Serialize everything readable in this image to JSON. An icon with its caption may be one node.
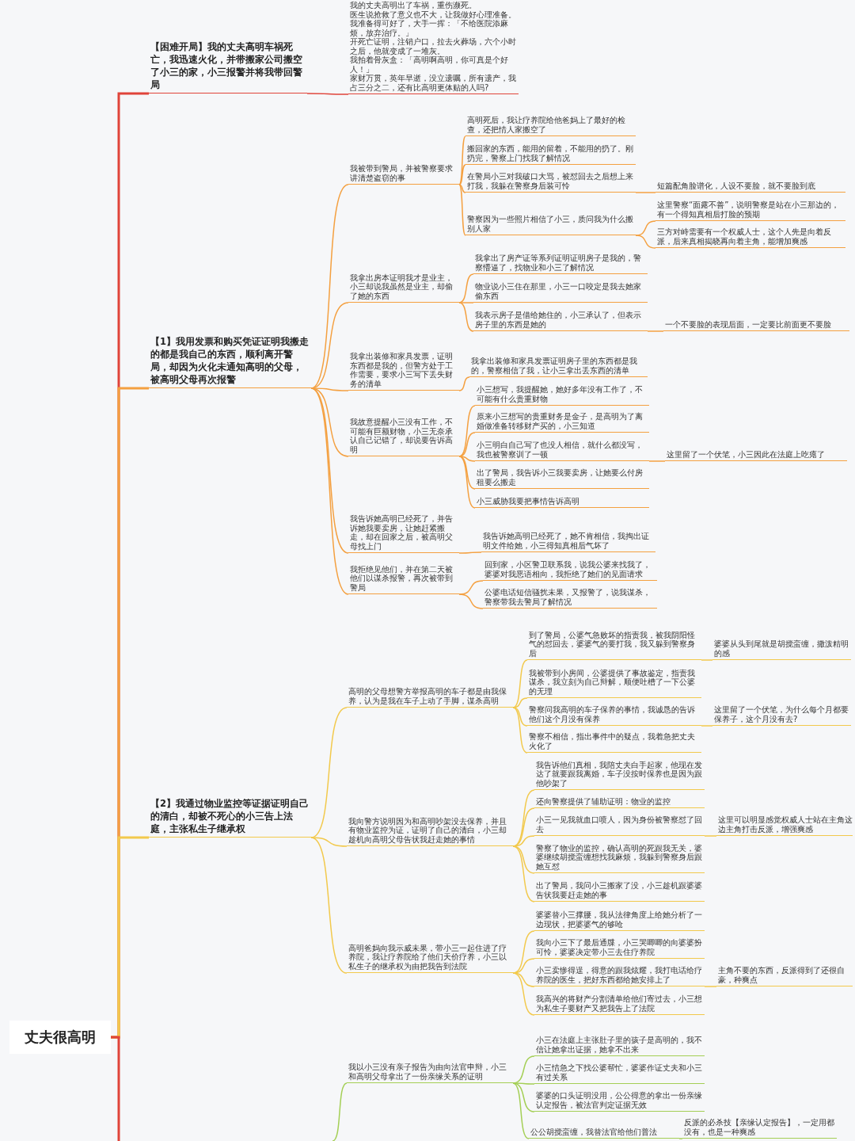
{
  "diagram": {
    "nodes": [
      {
        "text": [
          "丈夫很高明"
        ]
      },
      {
        "text": [
          "【困难开局】我的丈夫高明车祸死亡，我迅速火化，并带搬家公司搬空了小三的家，小三报警并将我带回警局"
        ]
      },
      {
        "text": [
          "我的丈夫高明出了车祸，重伤濒死。",
          "医生说抢救了意义也不大，让我做好心理准备。",
          "我准备得可好了，大手一挥：「不给医院添麻烦，放弃治疗。」",
          "开死亡证明，注销户口，拉去火葬场，六个小时之后，他就变成了一堆灰。",
          "我拍着骨灰盒：「高明啊高明，你可真是个好人！」",
          "家财万贯，英年早逝，没立遗嘱，所有遗产，我占三分之二，还有比高明更体贴的人吗?"
        ]
      },
      {
        "text": [
          "【1】我用发票和购买凭证证明我搬走的都是我自己的东西，顺利离开警局，却因为火化未通知高明的父母，被高明父母再次报警"
        ]
      },
      {
        "text": [
          "我被带到警局，并被警察要求讲清楚盗窃的事"
        ]
      },
      {
        "text": [
          "高明死后，我让疗养院给他爸妈上了最好的检查，还把情人家搬空了"
        ]
      },
      {
        "text": [
          "搬回家的东西，能用的留着，不能用的扔了。刚扔完，警察上门找我了解情况"
        ]
      },
      {
        "text": [
          "在警局小三对我破口大骂，被怼回去之后想上来打我，我躲在警察身后装可怜"
        ]
      },
      {
        "text": [
          "短篇配角脸谱化，人设不要脸，就不要脸到底"
        ]
      },
      {
        "text": [
          "警察因为一些照片相信了小三，质问我为什么搬别人家"
        ]
      },
      {
        "text": [
          "这里警察“面露不善”，说明警察是站在小三那边的，有一个得知真相后打脸的预期"
        ]
      },
      {
        "text": [
          "三方对峙需要有一个权威人士，这个人先是向着反派，后来真相揭晓再向着主角，能增加爽感"
        ]
      },
      {
        "text": [
          "我拿出房本证明我才是业主，小三却说我虽然是业主，却偷了她的东西"
        ]
      },
      {
        "text": [
          "我拿出了房产证等系列证明证明房子是我的，警察懵逼了，找物业和小三了解情况"
        ]
      },
      {
        "text": [
          "物业说小三住在那里，小三一口咬定是我去她家偷东西"
        ]
      },
      {
        "text": [
          "我表示房子是借给她住的，小三承认了，但表示房子里的东西是她的"
        ]
      },
      {
        "text": [
          "一个不要脸的表现后面，一定要比前面更不要脸"
        ]
      },
      {
        "text": [
          "我拿出装修和家具发票，证明东西都是我的，但警方处于工作需要，要求小三写下丢失财务的清单"
        ]
      },
      {
        "text": [
          "我拿出装修和家具发票证明房子里的东西都是我的，警察相信了我，让小三拿出丢东西的清单"
        ]
      },
      {
        "text": [
          "我故意提醒小三没有工作，不可能有巨额财物，小三无奈承认自己记错了，却说要告诉高明"
        ]
      },
      {
        "text": [
          "小三想写，我提醒她，她好多年没有工作了，不可能有什么贵重财物"
        ]
      },
      {
        "text": [
          "原来小三想写的贵重财务是金子，是高明为了离婚做准备转移财产买的，小三知道"
        ]
      },
      {
        "text": [
          "小三明白自己写了也没人相信，就什么都没写，我也被警察训了一顿"
        ]
      },
      {
        "text": [
          "这里留了一个伏笔，小三因此在法庭上吃瘪了"
        ]
      },
      {
        "text": [
          "出了警局，我告诉小三我要卖房，让她要么付房租要么搬走"
        ]
      },
      {
        "text": [
          "小三威胁我要把事情告诉高明"
        ]
      },
      {
        "text": [
          "我告诉她高明已经死了，并告诉她我要卖房，让她赶紧搬走，却在回家之后，被高明父母找上门"
        ]
      },
      {
        "text": [
          "我告诉她高明已经死了，她不肯相信，我掏出证明文件给她，小三得知真相后气坏了"
        ]
      },
      {
        "text": [
          "我拒绝见他们，并在第二天被他们以谋杀报警，再次被带到警局"
        ]
      },
      {
        "text": [
          "回到家，小区警卫联系我，说我公婆来找我了，婆婆对我恶语相向，我拒绝了她们的见面请求"
        ]
      },
      {
        "text": [
          "公婆电话短信骚扰未果，又报警了，说我谋杀，警察带我去警局了解情况"
        ]
      },
      {
        "text": [
          "【2】我通过物业监控等证据证明自己的清白，却被不死心的小三告上法庭，主张私生子继承权"
        ]
      },
      {
        "text": [
          "高明的父母想警方举报高明的车子都是由我保养，认为是我在车子上动了手脚，谋杀高明"
        ]
      },
      {
        "text": [
          "到了警局，公婆气急败坏的指责我，被我阴阳怪气的怼回去，婆婆气的要打我，我又躲到警察身后"
        ]
      },
      {
        "text": [
          "婆婆从头到尾就是胡搅蛮缠，撒泼精明的感"
        ]
      },
      {
        "text": [
          "我被带到小房间，公婆提供了事故鉴定，指责我谋杀，我立刻为自己辩解，顺便吐槽了一下公婆的无理"
        ]
      },
      {
        "text": [
          "警察问我高明的车子保养的事情，我诚恳的告诉他们这个月没有保养"
        ]
      },
      {
        "text": [
          "这里留了一个伏笔，为什么每个月都要保养子，这个月没有去?"
        ]
      },
      {
        "text": [
          "警察不相信，指出事件中的疑点，我着急把丈夫火化了"
        ]
      },
      {
        "text": [
          "我向警方说明因为和高明吵架没去保养，并且有物业监控为证，证明了自己的清白，小三却趁机向高明父母告状我赶走她的事情"
        ]
      },
      {
        "text": [
          "我告诉他们真相，我陪丈夫白手起家，他现在发达了就要跟我离婚，车子没按时保养也是因为跟他吵架了"
        ]
      },
      {
        "text": [
          "还向警察提供了辅助证明：物业的监控"
        ]
      },
      {
        "text": [
          "小三一见我就血口喷人，因为身份被警察怼了回去"
        ]
      },
      {
        "text": [
          "这里可以明显感觉权威人士站在主角这边主角打击反派，增强爽感"
        ]
      },
      {
        "text": [
          "警察了物业的监控，确认高明的死跟我无关，婆婆继续胡搅蛮缠想找我麻烦，我躲到警察身后跟她互怼"
        ]
      },
      {
        "text": [
          "出了警局，我问小三搬家了没，小三趁机跟婆婆告状我要赶走她的事"
        ]
      },
      {
        "text": [
          "高明爸妈向我示威未果，带小三一起住进了疗养院，我让疗养院给了他们天价疗养，小三以私生子的继承权为由把我告到法院"
        ]
      },
      {
        "text": [
          "婆婆替小三撑腰，我从法律角度上给她分析了一边现状，把婆婆气的够呛"
        ]
      },
      {
        "text": [
          "我向小三下了最后通牒，小三哭唧唧的向婆婆扮可怜，婆婆决定带小三去住疗养院"
        ]
      },
      {
        "text": [
          "小三卖惨得逞，得意的跟我炫耀，我打电话给疗养院的医生，把好东西都给她安排上了"
        ]
      },
      {
        "text": [
          "主角不要的东西，反派得到了还很自豪，种爽点"
        ]
      },
      {
        "text": [
          "我高兴的将财产分割清单给他们寄过去，小三想为私生子要财产又把我告上了法院"
        ]
      },
      {
        "text": [
          "我以小三没有亲子报告为由向法官申辩，小三和高明父母拿出了一份亲缘关系的证明"
        ]
      },
      {
        "text": [
          "小三在法庭上主张肚子里的孩子是高明的，我不信让她拿出证据，她拿不出来"
        ]
      },
      {
        "text": [
          "小三情急之下找公婆帮忙，婆婆作证丈夫和小三有过关系"
        ]
      },
      {
        "text": [
          "婆婆的口头证明没用，公公得意的拿出一份亲缘认定报告，被法官判定证据无效"
        ]
      },
      {
        "text": [
          "公公胡搅蛮缠，我替法官给他们普法"
        ]
      },
      {
        "text": [
          "反派的必杀技【亲缘认定报告】，一定用都没有，也是一种爽感"
        ]
      }
    ],
    "edges": [
      {
        "from": 0,
        "to": 1,
        "arrow": "none",
        "color": "#e0443a"
      },
      {
        "from": 1,
        "to": 2,
        "arrow": "none",
        "color": "#e0443a"
      },
      {
        "from": 0,
        "to": 3,
        "arrow": "none"
      },
      {
        "from": 3,
        "to": 4,
        "arrow": "none"
      },
      {
        "from": 4,
        "to": 5,
        "arrow": "none"
      },
      {
        "from": 4,
        "to": 6,
        "arrow": "none"
      },
      {
        "from": 4,
        "to": 7,
        "arrow": "none"
      },
      {
        "from": 7,
        "to": 8,
        "arrow": "none"
      },
      {
        "from": 4,
        "to": 9,
        "arrow": "none"
      },
      {
        "from": 9,
        "to": 10,
        "arrow": "none"
      },
      {
        "from": 9,
        "to": 11,
        "arrow": "none"
      },
      {
        "from": 3,
        "to": 12,
        "arrow": "none"
      },
      {
        "from": 12,
        "to": 13,
        "arrow": "none"
      },
      {
        "from": 12,
        "to": 14,
        "arrow": "none"
      },
      {
        "from": 12,
        "to": 15,
        "arrow": "none"
      },
      {
        "from": 15,
        "to": 16,
        "arrow": "none"
      },
      {
        "from": 3,
        "to": 17,
        "arrow": "none"
      },
      {
        "from": 17,
        "to": 18,
        "arrow": "none"
      },
      {
        "from": 3,
        "to": 19,
        "arrow": "none"
      },
      {
        "from": 19,
        "to": 20,
        "arrow": "none"
      },
      {
        "from": 19,
        "to": 21,
        "arrow": "none"
      },
      {
        "from": 19,
        "to": 22,
        "arrow": "none"
      },
      {
        "from": 22,
        "to": 23,
        "arrow": "none"
      },
      {
        "from": 19,
        "to": 24,
        "arrow": "none"
      },
      {
        "from": 19,
        "to": 25,
        "arrow": "none"
      },
      {
        "from": 3,
        "to": 26,
        "arrow": "none"
      },
      {
        "from": 26,
        "to": 27,
        "arrow": "none"
      },
      {
        "from": 3,
        "to": 28,
        "arrow": "none"
      },
      {
        "from": 28,
        "to": 29,
        "arrow": "none"
      },
      {
        "from": 28,
        "to": 30,
        "arrow": "none"
      },
      {
        "from": 0,
        "to": 31,
        "arrow": "none",
        "color": "#f2c94c"
      },
      {
        "from": 31,
        "to": 32,
        "arrow": "none",
        "color": "#f2c94c"
      },
      {
        "from": 32,
        "to": 33,
        "arrow": "none",
        "color": "#f2c94c"
      },
      {
        "from": 33,
        "to": 34,
        "arrow": "none",
        "color": "#f2c94c"
      },
      {
        "from": 32,
        "to": 35,
        "arrow": "none",
        "color": "#f2c94c"
      },
      {
        "from": 32,
        "to": 36,
        "arrow": "none",
        "color": "#f2c94c"
      },
      {
        "from": 36,
        "to": 37,
        "arrow": "none",
        "color": "#f2c94c"
      },
      {
        "from": 32,
        "to": 38,
        "arrow": "none",
        "color": "#f2c94c"
      },
      {
        "from": 31,
        "to": 39,
        "arrow": "none",
        "color": "#f2c94c"
      },
      {
        "from": 39,
        "to": 40,
        "arrow": "none",
        "color": "#f2c94c"
      },
      {
        "from": 39,
        "to": 41,
        "arrow": "none",
        "color": "#f2c94c"
      },
      {
        "from": 39,
        "to": 42,
        "arrow": "none",
        "color": "#f2c94c"
      },
      {
        "from": 42,
        "to": 43,
        "arrow": "none",
        "color": "#f2c94c"
      },
      {
        "from": 39,
        "to": 44,
        "arrow": "none",
        "color": "#f2c94c"
      },
      {
        "from": 39,
        "to": 45,
        "arrow": "none",
        "color": "#f2c94c"
      },
      {
        "from": 31,
        "to": 46,
        "arrow": "none",
        "color": "#f2c94c"
      },
      {
        "from": 46,
        "to": 47,
        "arrow": "none",
        "color": "#f2c94c"
      },
      {
        "from": 46,
        "to": 48,
        "arrow": "none",
        "color": "#f2c94c"
      },
      {
        "from": 46,
        "to": 49,
        "arrow": "none",
        "color": "#f2c94c"
      },
      {
        "from": 49,
        "to": 50,
        "arrow": "none",
        "color": "#f2c94c"
      },
      {
        "from": 46,
        "to": 51,
        "arrow": "none",
        "color": "#f2c94c"
      },
      {
        "from": 0,
        "to": null,
        "arrow": "none",
        "color": "#e0443a"
      },
      {
        "from": null,
        "to": 52,
        "arrow": "none",
        "color": "#a4cf55"
      },
      {
        "from": 52,
        "to": 53,
        "arrow": "none",
        "color": "#a4cf55"
      },
      {
        "from": 52,
        "to": 54,
        "arrow": "none",
        "color": "#a4cf55"
      },
      {
        "from": 52,
        "to": 55,
        "arrow": "none",
        "color": "#a4cf55"
      },
      {
        "from": 52,
        "to": 56,
        "arrow": "none",
        "color": "#a4cf55"
      },
      {
        "from": 56,
        "to": 57,
        "arrow": "none",
        "color": "#a4cf55"
      }
    ]
  }
}
